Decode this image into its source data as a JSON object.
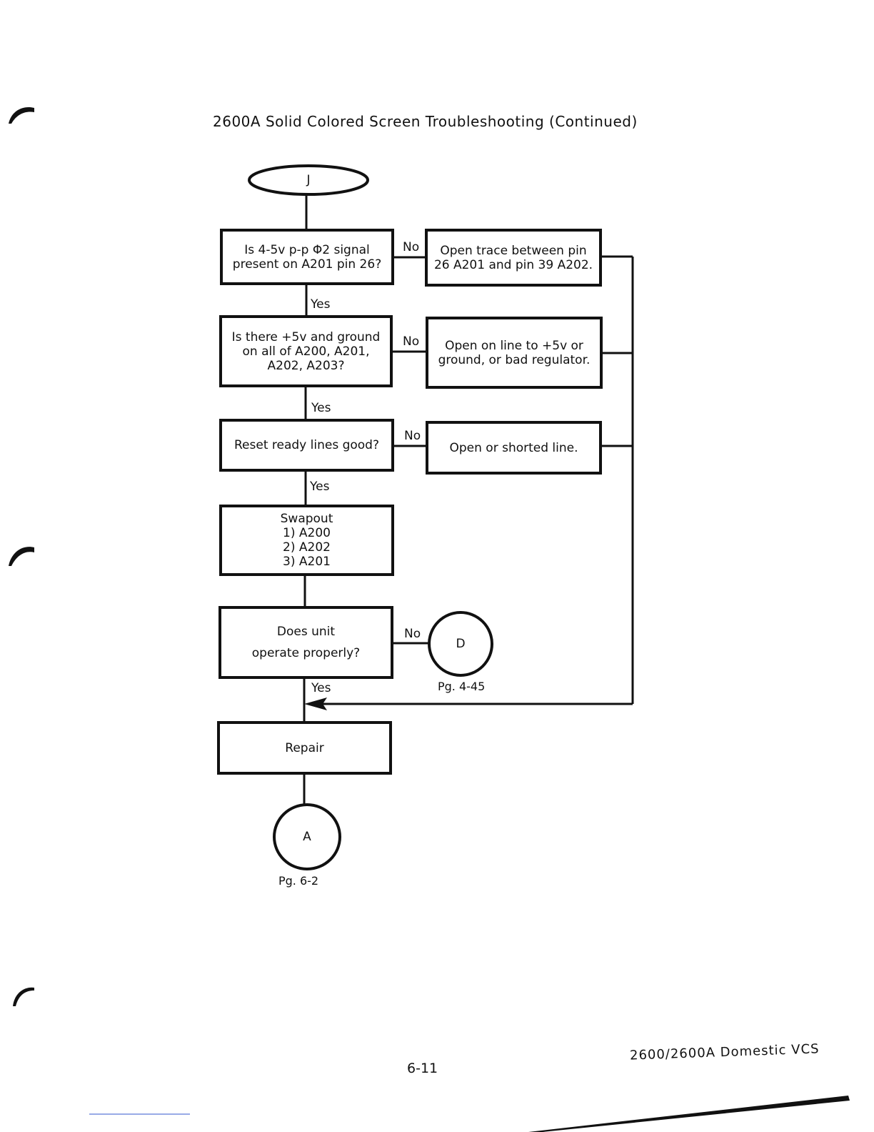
{
  "title": "2600A Solid Colored Screen Troubleshooting (Continued)",
  "start_connector": "J",
  "decisions": [
    {
      "lines": [
        "Is 4-5v p-p Φ2 signal",
        "present on A201 pin 26?"
      ],
      "yes": "Yes",
      "no": "No"
    },
    {
      "lines": [
        "Is there +5v and ground",
        "on all of A200, A201,",
        "A202, A203?"
      ],
      "yes": "Yes",
      "no": "No"
    },
    {
      "lines": [
        "Reset ready lines good?"
      ],
      "yes": "Yes",
      "no": "No"
    }
  ],
  "results": [
    {
      "lines": [
        "Open trace between pin",
        "26 A201 and pin 39 A202."
      ]
    },
    {
      "lines": [
        "Open on line to +5v or",
        "ground, or bad regulator."
      ]
    },
    {
      "lines": [
        "Open or shorted line."
      ]
    }
  ],
  "swapout": {
    "lines": [
      "Swapout",
      "1) A200",
      "2) A202",
      "3) A201"
    ]
  },
  "final_decision": {
    "lines": [
      "Does unit",
      "operate properly?"
    ],
    "yes": "Yes",
    "no": "No"
  },
  "connector_d": {
    "label": "D",
    "page": "Pg. 4-45"
  },
  "repair": "Repair",
  "connector_a": {
    "label": "A",
    "page": "Pg. 6-2"
  },
  "footer": {
    "page_number": "6-11",
    "document": "2600/2600A Domestic VCS"
  }
}
